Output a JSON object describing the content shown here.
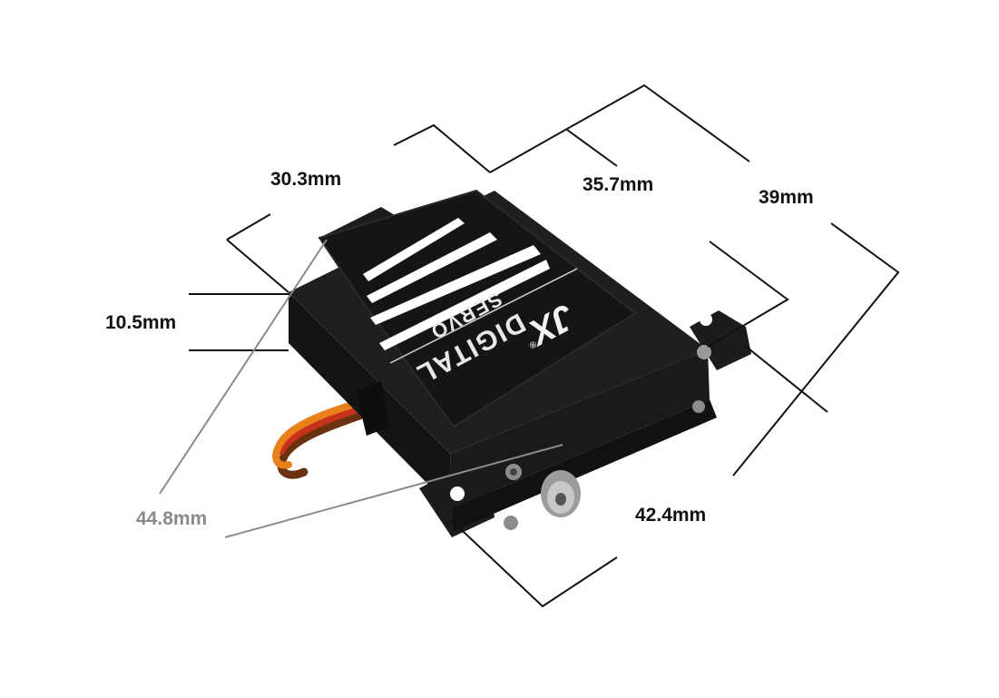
{
  "dimensions": {
    "length_30_3": "30.3mm",
    "length_35_7": "35.7mm",
    "length_39": "39mm",
    "height_10_5": "10.5mm",
    "length_44_8": "44.8mm",
    "length_42_4": "42.4mm"
  },
  "servo_label": {
    "brand": "JX",
    "line1": "DIGITAL",
    "line2": "SERVO",
    "registered_mark": "®"
  },
  "colors": {
    "background": "#ffffff",
    "dimension_text": "#111111",
    "dimension_text_muted": "#8a8a8a",
    "dimension_line": "#111111",
    "dimension_line_muted": "#8a8a8a",
    "servo_body": "#1c1c1c",
    "servo_label_panel": "#121212",
    "label_text": "#e8e8e8",
    "wire_orange": "#e8801c",
    "wire_red": "#c8321c",
    "wire_brown": "#6b3210"
  }
}
